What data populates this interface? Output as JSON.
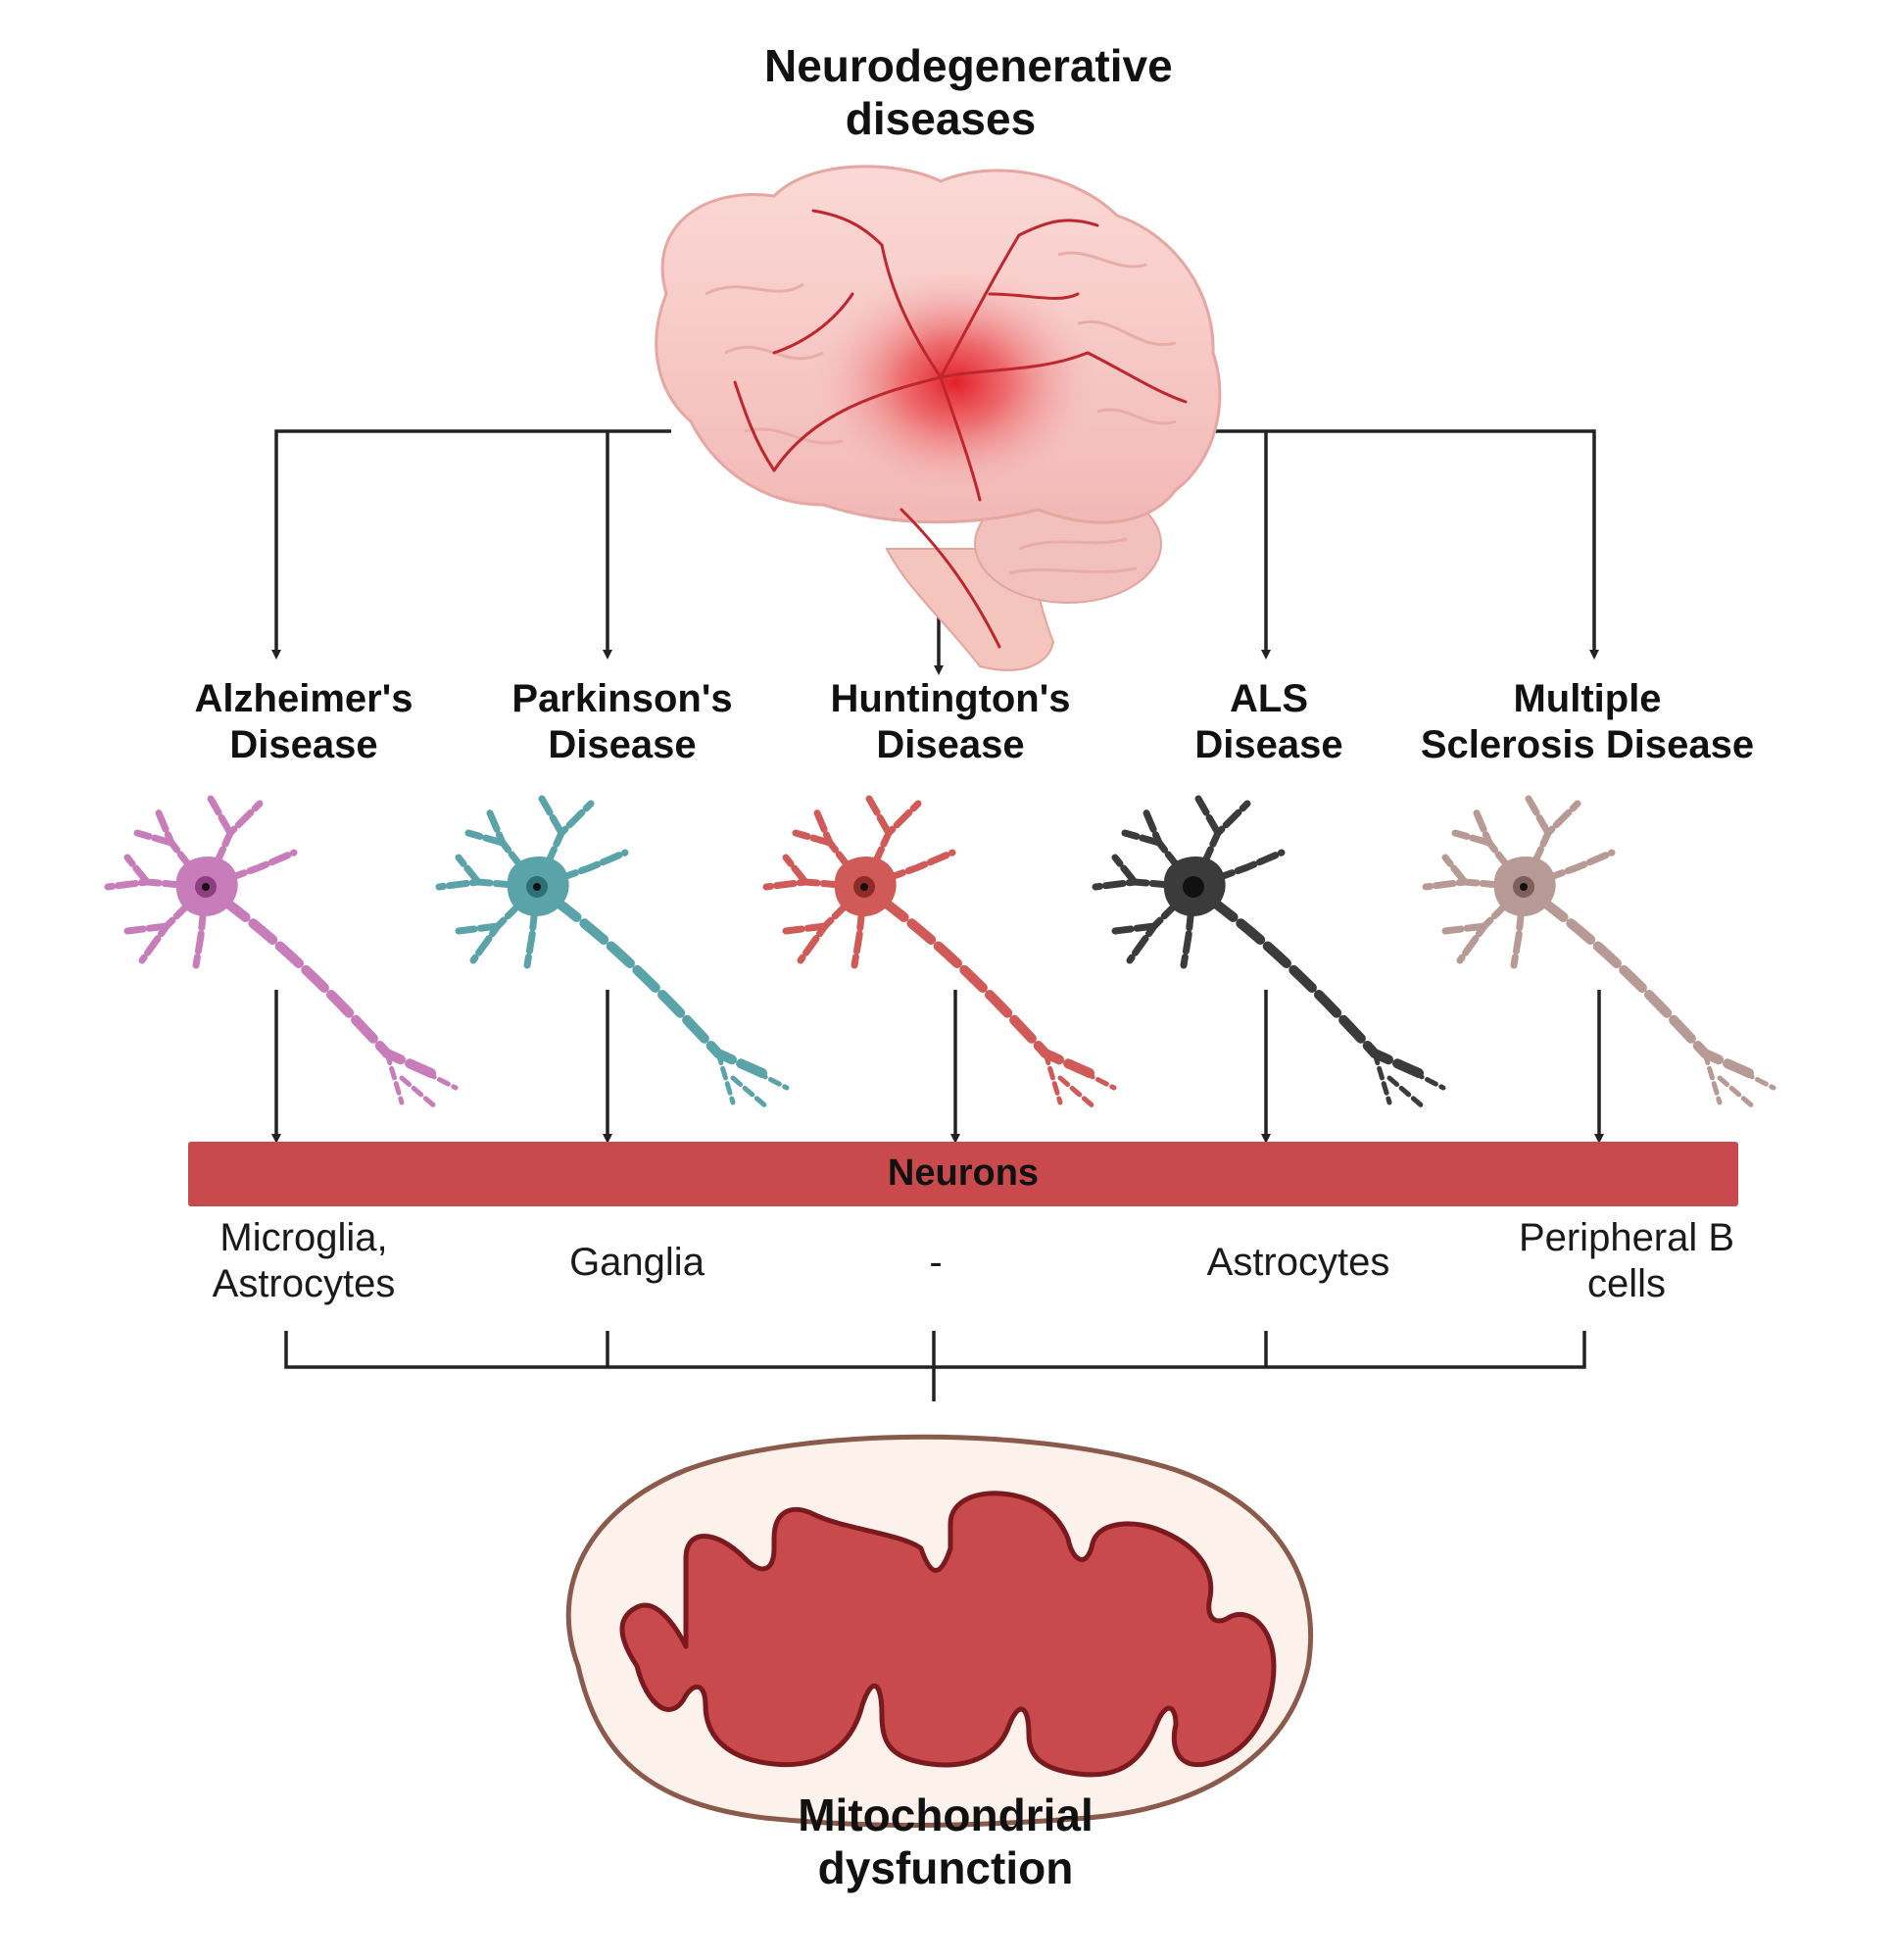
{
  "title": "Neurodegenerative diseases",
  "bottom_label": "Mitochondrial dysfunction",
  "bar_label": "Neurons",
  "colors": {
    "bar": "#c94a4c",
    "arrow": "#222222",
    "mito_outer_fill": "#fdf1ec",
    "mito_outer_stroke": "#8a5a4c",
    "mito_inner_fill": "#c84a4d",
    "mito_inner_stroke": "#7a1a1e",
    "brain": "#f6c6c4",
    "brain_vessel": "#c0262d",
    "brain_hot": "#e3202a"
  },
  "diseases": [
    {
      "line1": "Alzheimer's",
      "line2": "Disease",
      "cell_line1": "Microglia,",
      "cell_line2": "Astrocytes",
      "neuron_color": "#c77dba",
      "neuron_nucleus": "#8e3d83",
      "neuron_icon": "neuron-icon"
    },
    {
      "line1": "Parkinson's",
      "line2": "Disease",
      "cell_line1": "Ganglia",
      "cell_line2": "",
      "neuron_color": "#5aa3a9",
      "neuron_nucleus": "#2f6f76",
      "neuron_icon": "neuron-icon"
    },
    {
      "line1": "Huntington's",
      "line2": "Disease",
      "cell_line1": "-",
      "cell_line2": "",
      "neuron_color": "#cf5a57",
      "neuron_nucleus": "#8e2a28",
      "neuron_icon": "neuron-icon"
    },
    {
      "line1": "ALS",
      "line2": "Disease",
      "cell_line1": "Astrocytes",
      "cell_line2": "",
      "neuron_color": "#3b3b3b",
      "neuron_nucleus": "#111111",
      "neuron_icon": "neuron-icon"
    },
    {
      "line1": "Multiple",
      "line2": "Sclerosis Disease",
      "cell_line1": "Peripheral B",
      "cell_line2": "cells",
      "neuron_color": "#b79a96",
      "neuron_nucleus": "#7d605c",
      "neuron_icon": "neuron-icon"
    }
  ]
}
